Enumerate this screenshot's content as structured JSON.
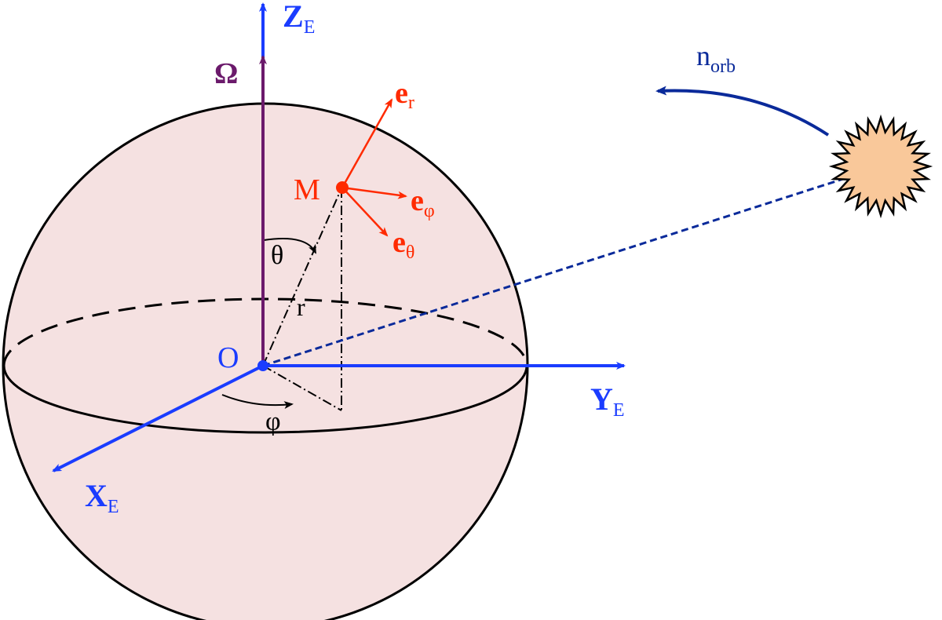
{
  "labels": {
    "z_axis": "Z",
    "z_sub": "E",
    "y_axis": "Y",
    "y_sub": "E",
    "x_axis": "X",
    "x_sub": "E",
    "omega": "Ω",
    "origin": "O",
    "point": "M",
    "e_r": "e",
    "e_r_sub": "r",
    "e_phi": "e",
    "e_phi_sub": "φ",
    "e_theta": "e",
    "e_theta_sub": "θ",
    "theta": "θ",
    "phi": "φ",
    "radius": "r",
    "n": "n",
    "n_sub": "orb"
  },
  "colors": {
    "sphere_fill": "#f5e1e1",
    "outline": "#000000",
    "axis_blue": "#1a3cff",
    "omega_purple": "#6b1a6b",
    "vector_red": "#ff2a00",
    "orbit_navy": "#0a2a9a",
    "sun_fill": "#f9c89a"
  },
  "icons": {
    "sun": "sun-starburst-icon"
  }
}
